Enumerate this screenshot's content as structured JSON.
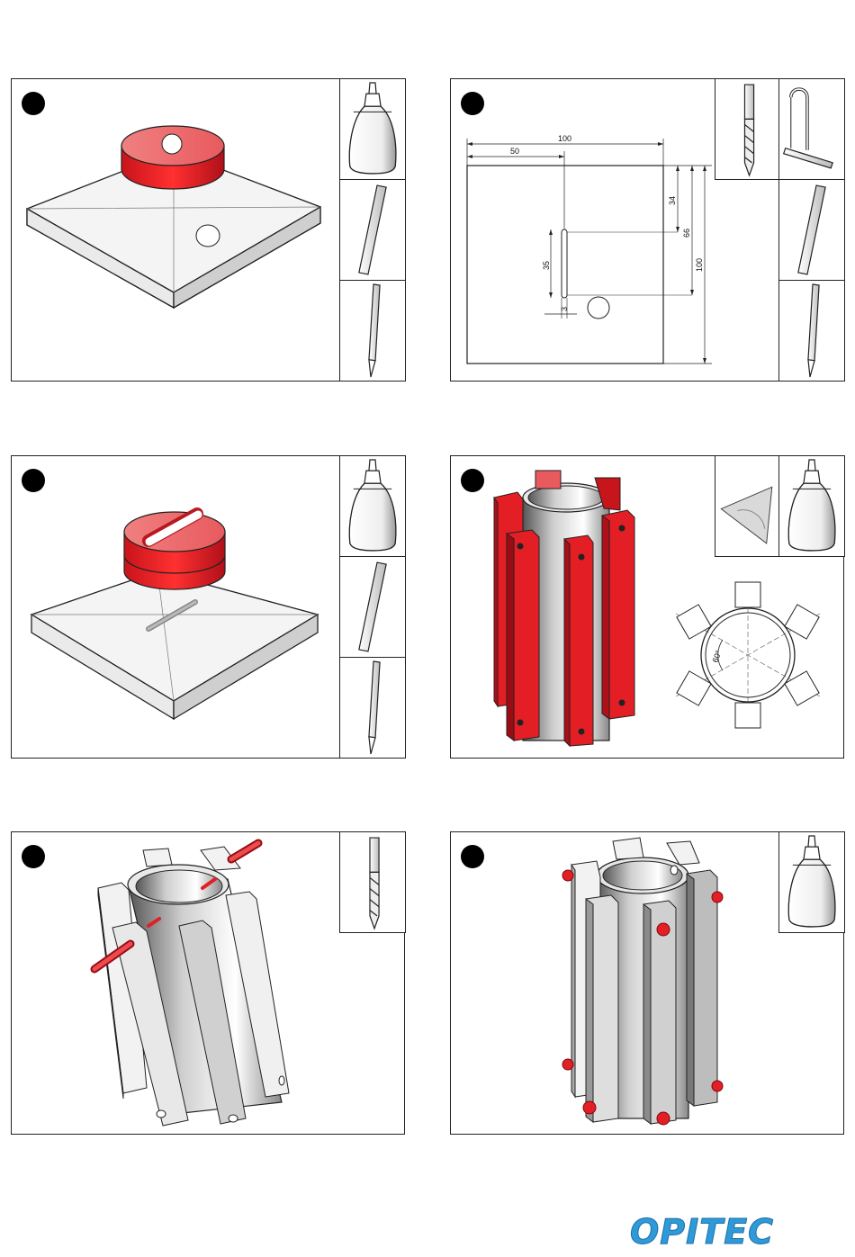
{
  "brand": {
    "logo_text": "OPITEC",
    "color": "#2f9ad8"
  },
  "colors": {
    "red": "#e31e24",
    "red_light": "#ec6b6e",
    "grey": "#d8d8d8",
    "outline": "#222222"
  },
  "steps": [
    {
      "tools": [
        "glue-bottle-icon",
        "sandpaper-icon",
        "pencil-icon"
      ]
    },
    {
      "tools": [
        "drill-bit-icon",
        "fretsaw-icon",
        "sandpaper-icon",
        "pencil-icon"
      ],
      "dimensions": {
        "width_total": "100",
        "width_half": "50",
        "height_total": "100",
        "height_66": "66",
        "height_34": "34",
        "slot_length": "35",
        "slot_width": "3"
      }
    },
    {
      "tools": [
        "glue-bottle-icon",
        "sandpaper-icon",
        "pencil-icon"
      ]
    },
    {
      "tools": [
        "set-square-icon",
        "glue-bottle-icon"
      ],
      "angle_label": "60°"
    },
    {
      "tools": [
        "drill-bit-icon"
      ]
    },
    {
      "tools": [
        "glue-bottle-icon"
      ]
    }
  ]
}
